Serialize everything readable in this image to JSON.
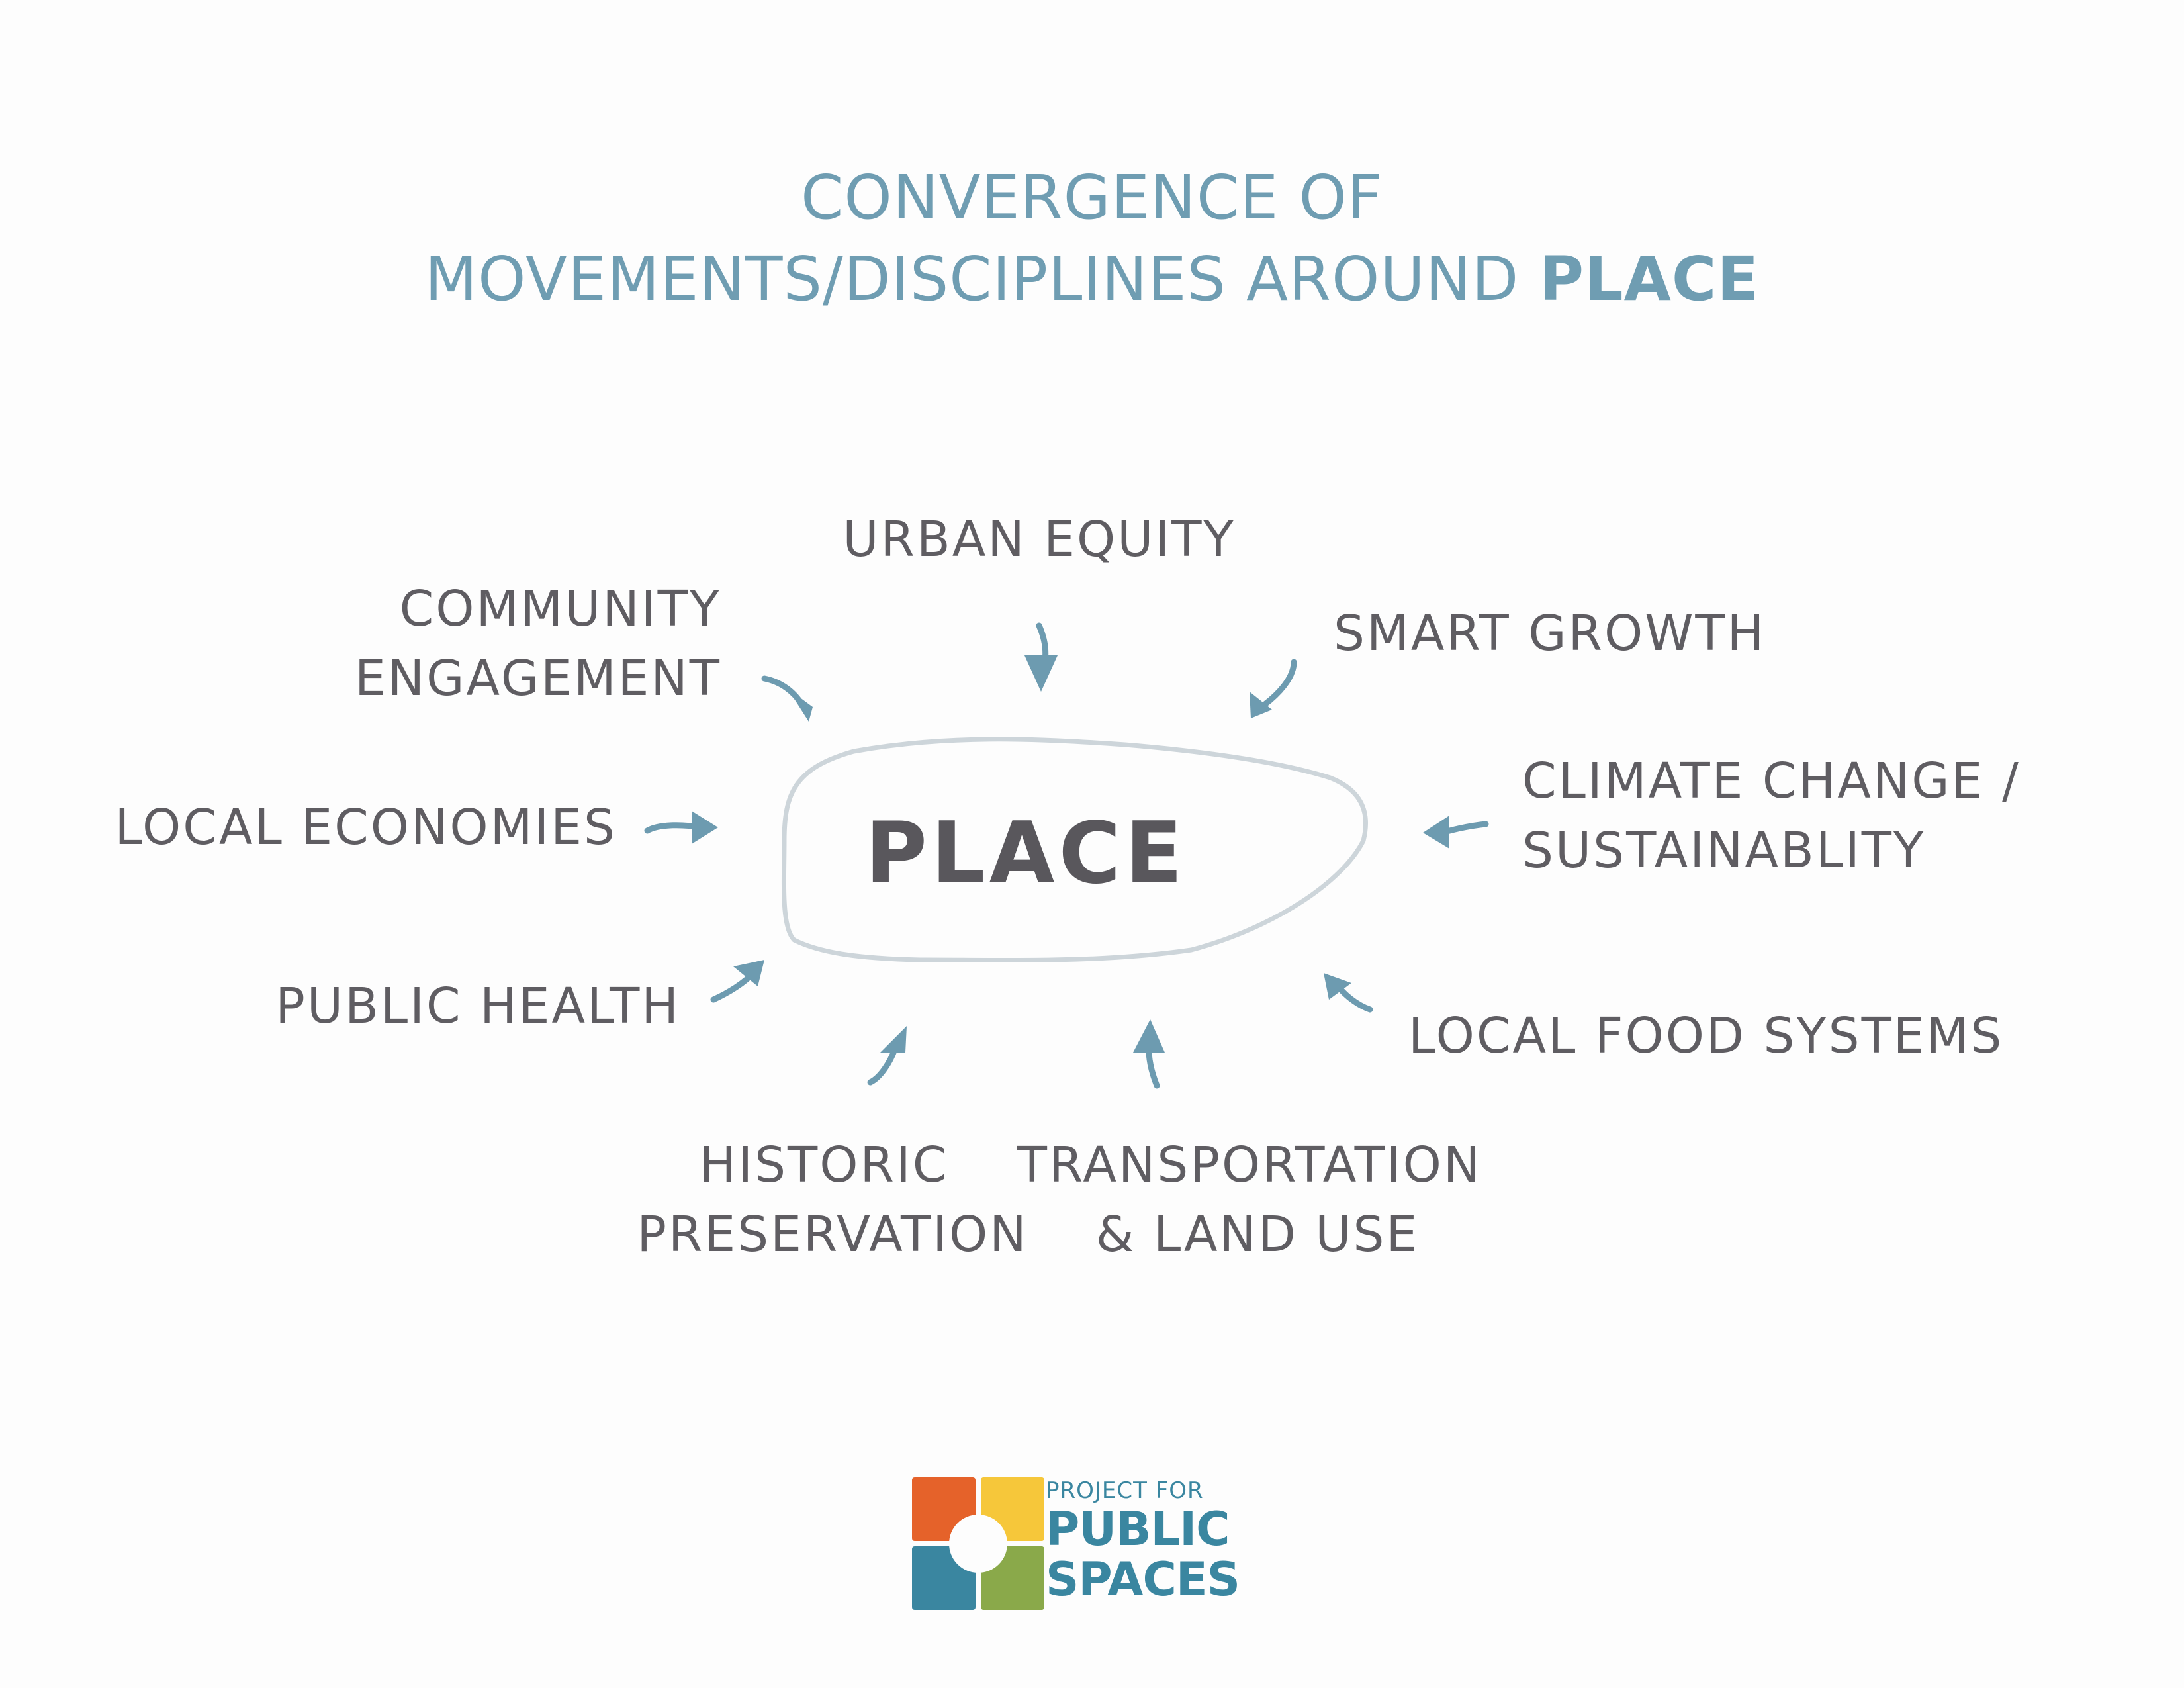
{
  "title": {
    "line1": "CONVERGENCE OF",
    "line2_prefix": "MOVEMENTS/DISCIPLINES AROUND ",
    "line2_emphasis": "PLACE"
  },
  "center": {
    "label": "PLACE"
  },
  "nodes": {
    "urban_equity": "URBAN EQUITY",
    "community_engagement_1": "COMMUNITY",
    "community_engagement_2": "ENGAGEMENT",
    "smart_growth": "SMART GROWTH",
    "local_economies": "LOCAL ECONOMIES",
    "climate_change_1": "CLIMATE CHANGE /",
    "climate_change_2": "SUSTAINABLITY",
    "public_health": "PUBLIC HEALTH",
    "local_food_systems": "LOCAL FOOD SYSTEMS",
    "historic_preservation_1": "HISTORIC",
    "historic_preservation_2": "PRESERVATION",
    "transportation_1": "TRANSPORTATION",
    "transportation_2": "& LAND USE"
  },
  "logo": {
    "line1": "PROJECT FOR",
    "line2": "PUBLIC",
    "line3": "SPACES",
    "colors": [
      "#e5622a",
      "#f6c73a",
      "#3a86a0",
      "#8aa94a"
    ]
  },
  "colors": {
    "title": "#6f9db2",
    "arrow": "#6d9bb0",
    "text": "#5f5d62",
    "outline": "#cdd5da"
  }
}
